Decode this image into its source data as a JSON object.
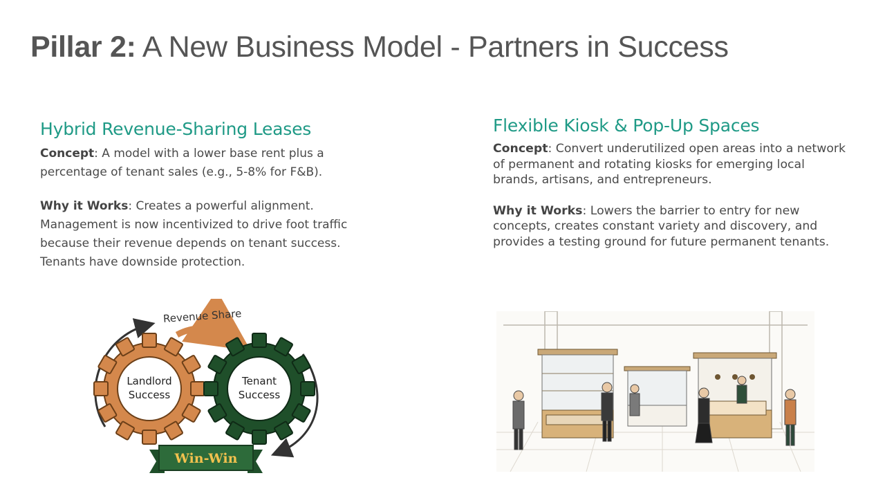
{
  "slide": {
    "title_bold": "Pillar 2:",
    "title_rest": " A New Business Model - Partners in Success"
  },
  "left": {
    "heading": "Hybrid Revenue-Sharing Leases",
    "concept_label": "Concept",
    "concept_text": ": A model with a lower base rent plus a percentage of tenant sales (e.g., 5-8% for F&B).",
    "why_label": "Why it Works",
    "why_text": ": Creates a powerful alignment. Management is now incentivized to drive foot traffic because their revenue depends on tenant success. Tenants have downside protection."
  },
  "right": {
    "heading": "Flexible Kiosk & Pop-Up Spaces",
    "concept_label": "Concept",
    "concept_text": ": Convert underutilized open areas into a network of permanent and rotating kiosks for emerging local brands, artisans, and entrepreneurs.",
    "why_label": "Why it Works",
    "why_text": ": Lowers the barrier to entry for new concepts, creates constant variety and discovery, and provides a testing ground for future permanent tenants."
  },
  "diagram": {
    "arrow_label": "Revenue Share",
    "gear_left_line1": "Landlord",
    "gear_left_line2": "Success",
    "gear_right_line1": "Tenant",
    "gear_right_line2": "Success",
    "banner": "Win-Win",
    "colors": {
      "left_gear": "#d4884c",
      "right_gear": "#1f4f2a",
      "banner": "#2d6b3a",
      "banner_text": "#f2c14e"
    }
  }
}
